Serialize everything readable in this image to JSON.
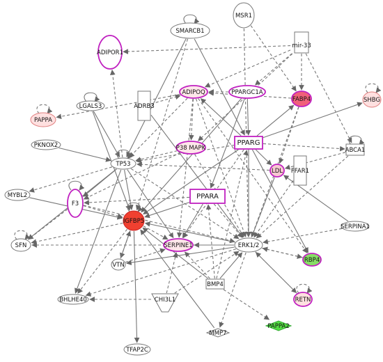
{
  "nodes": [
    {
      "id": "SMARCB1",
      "label": "SMARCB1",
      "fill": "#ffffff",
      "stroke": "#777777"
    },
    {
      "id": "MSR1",
      "label": "MSR1",
      "fill": "#ffffff",
      "stroke": "#777777"
    },
    {
      "id": "mir-33",
      "label": "mir-33",
      "fill": "#ffffff",
      "stroke": "#777777"
    },
    {
      "id": "ADIPOR1",
      "label": "ADIPOR1",
      "fill": "#ffffff",
      "stroke": "#c020c0"
    },
    {
      "id": "ADIPOQ",
      "label": "ADIPOQ",
      "fill": "#ffe6ea",
      "stroke": "#c020c0"
    },
    {
      "id": "PPARGC1A",
      "label": "PPARGC1A",
      "fill": "#ffffff",
      "stroke": "#c020c0"
    },
    {
      "id": "FABP4",
      "label": "FABP4",
      "fill": "#f0607a",
      "stroke": "#c020c0"
    },
    {
      "id": "SHBG",
      "label": "SHBG",
      "fill": "#ffe0e0",
      "stroke": "#e08080"
    },
    {
      "id": "LGALS3",
      "label": "LGALS3",
      "fill": "#ffffff",
      "stroke": "#777777"
    },
    {
      "id": "ADRB3",
      "label": "ADRB3",
      "fill": "#ffffff",
      "stroke": "#777777"
    },
    {
      "id": "PAPPA",
      "label": "PAPPA",
      "fill": "#ffe0e0",
      "stroke": "#e08080"
    },
    {
      "id": "PPARG",
      "label": "PPARG",
      "fill": "#ffffff",
      "stroke": "#c020c0"
    },
    {
      "id": "PKNOX2",
      "label": "PKNOX2",
      "fill": "#ffffff",
      "stroke": "#777777"
    },
    {
      "id": "P38 MAPK",
      "label": "P38 MAPK",
      "fill": "#ffe6ea",
      "stroke": "#c020c0"
    },
    {
      "id": "TP53",
      "label": "TP53",
      "fill": "#ffffff",
      "stroke": "#777777"
    },
    {
      "id": "ABCA1",
      "label": "ABCA1",
      "fill": "#ffffff",
      "stroke": "#777777"
    },
    {
      "id": "LDL",
      "label": "LDL",
      "fill": "#f7c8d2",
      "stroke": "#c020c0"
    },
    {
      "id": "FFAR1",
      "label": "FFAR1",
      "fill": "#ffffff",
      "stroke": "#777777"
    },
    {
      "id": "MYBL2",
      "label": "MYBL2",
      "fill": "#ffffff",
      "stroke": "#777777"
    },
    {
      "id": "F3",
      "label": "F3",
      "fill": "#ffffff",
      "stroke": "#c020c0"
    },
    {
      "id": "PPARA",
      "label": "PPARA",
      "fill": "#ffffff",
      "stroke": "#c020c0"
    },
    {
      "id": "IGFBP5",
      "label": "IGFBP5",
      "fill": "#f04030",
      "stroke": "#cc2020"
    },
    {
      "id": "SERPINA1",
      "label": "SERPINA1",
      "fill": "#ffffff",
      "stroke": "#777777"
    },
    {
      "id": "SFN",
      "label": "SFN",
      "fill": "#ffffff",
      "stroke": "#777777"
    },
    {
      "id": "SERPINE1",
      "label": "SERPINE1",
      "fill": "#ffe6ea",
      "stroke": "#c020c0"
    },
    {
      "id": "ERK1/2",
      "label": "ERK1/2",
      "fill": "#ffffff",
      "stroke": "#777777"
    },
    {
      "id": "RBP4",
      "label": "RBP4",
      "fill": "#88dd66",
      "stroke": "#c020c0"
    },
    {
      "id": "VTN",
      "label": "VTN",
      "fill": "#ffffff",
      "stroke": "#777777"
    },
    {
      "id": "BMP4",
      "label": "BMP4",
      "fill": "#ffffff",
      "stroke": "#777777"
    },
    {
      "id": "BHLHE40",
      "label": "BHLHE40",
      "fill": "#ffffff",
      "stroke": "#777777"
    },
    {
      "id": "CHI3L1",
      "label": "CHI3L1",
      "fill": "#ffffff",
      "stroke": "#777777"
    },
    {
      "id": "RETN",
      "label": "RETN",
      "fill": "#ffe0e0",
      "stroke": "#c020c0"
    },
    {
      "id": "PAPPA2",
      "label": "PAPPA2",
      "fill": "#55dd44",
      "stroke": "#33aa33"
    },
    {
      "id": "MMP7",
      "label": "MMP7",
      "fill": "#ffffff",
      "stroke": "#777777"
    },
    {
      "id": "TFAP2C",
      "label": "TFAP2C",
      "fill": "#ffffff",
      "stroke": "#777777"
    }
  ],
  "edges": [
    {
      "from": "SMARCB1",
      "to": "TP53",
      "style": "solid"
    },
    {
      "from": "SMARCB1",
      "to": "IGFBP5",
      "style": "dashed"
    },
    {
      "from": "SMARCB1",
      "to": "PPARG",
      "style": "solid"
    },
    {
      "from": "mir-33",
      "to": "ADIPOQ",
      "style": "dashed"
    },
    {
      "from": "mir-33",
      "to": "ADIPOR1",
      "style": "dashed"
    },
    {
      "from": "mir-33",
      "to": "PPARGC1A",
      "style": "dashed"
    },
    {
      "from": "mir-33",
      "to": "FABP4",
      "style": "dashed"
    },
    {
      "from": "mir-33",
      "to": "ABCA1",
      "style": "dashed"
    },
    {
      "from": "mir-33",
      "to": "P38 MAPK",
      "style": "dashed"
    },
    {
      "from": "MSR1",
      "to": "FABP4",
      "style": "dashed"
    },
    {
      "from": "MSR1",
      "to": "ERK1/2",
      "style": "dashed"
    },
    {
      "from": "ADIPOQ",
      "to": "ERK1/2",
      "style": "dashed"
    },
    {
      "from": "ADIPOQ",
      "to": "P38 MAPK",
      "style": "dashed"
    },
    {
      "from": "ADIPOQ",
      "to": "PAPPA",
      "style": "dashed"
    },
    {
      "from": "ADIPOQ",
      "to": "TP53",
      "style": "dashed"
    },
    {
      "from": "ADIPOQ",
      "to": "SERPINE1",
      "style": "dashed"
    },
    {
      "from": "PPARGC1A",
      "to": "PPARG",
      "style": "solid"
    },
    {
      "from": "PPARGC1A",
      "to": "ADIPOQ",
      "style": "dashed"
    },
    {
      "from": "PPARGC1A",
      "to": "PPARA",
      "style": "solid"
    },
    {
      "from": "PPARGC1A",
      "to": "IGFBP5",
      "style": "solid"
    },
    {
      "from": "FABP4",
      "to": "ADIPOQ",
      "style": "dashed"
    },
    {
      "from": "FABP4",
      "to": "LDL",
      "style": "dashed"
    },
    {
      "from": "FABP4",
      "to": "ERK1/2",
      "style": "dashed"
    },
    {
      "from": "PPARG",
      "to": "FABP4",
      "style": "solid"
    },
    {
      "from": "PPARG",
      "to": "ADIPOQ",
      "style": "solid"
    },
    {
      "from": "PPARG",
      "to": "TP53",
      "style": "dashed"
    },
    {
      "from": "PPARG",
      "to": "IGFBP5",
      "style": "solid"
    },
    {
      "from": "PPARG",
      "to": "LDL",
      "style": "solid"
    },
    {
      "from": "PPARG",
      "to": "RBP4",
      "style": "solid"
    },
    {
      "from": "PPARG",
      "to": "ERK1/2",
      "style": "solid"
    },
    {
      "from": "PPARG",
      "to": "SERPINE1",
      "style": "dashed"
    },
    {
      "from": "PPARG",
      "to": "SHBG",
      "style": "solid"
    },
    {
      "from": "PPARG",
      "to": "ABCA1",
      "style": "dashed"
    },
    {
      "from": "ADRB3",
      "to": "ERK1/2",
      "style": "solid"
    },
    {
      "from": "ADRB3",
      "to": "ADIPOQ",
      "style": "dashed"
    },
    {
      "from": "LGALS3",
      "to": "IGFBP5",
      "style": "solid"
    },
    {
      "from": "LGALS3",
      "to": "TP53",
      "style": "solid"
    },
    {
      "from": "PKNOX2",
      "to": "TP53",
      "style": "solid"
    },
    {
      "from": "TP53",
      "to": "ADIPOR1",
      "style": "dashed"
    },
    {
      "from": "TP53",
      "to": "MYBL2",
      "style": "dashed"
    },
    {
      "from": "TP53",
      "to": "SFN",
      "style": "solid"
    },
    {
      "from": "TP53",
      "to": "BHLHE40",
      "style": "solid"
    },
    {
      "from": "TP53",
      "to": "F3",
      "style": "solid"
    },
    {
      "from": "TP53",
      "to": "SERPINE1",
      "style": "solid"
    },
    {
      "from": "TP53",
      "to": "IGFBP5",
      "style": "solid"
    },
    {
      "from": "TP53",
      "to": "ERK1/2",
      "style": "dashed"
    },
    {
      "from": "P38 MAPK",
      "to": "ERK1/2",
      "style": "dashed"
    },
    {
      "from": "P38 MAPK",
      "to": "F3",
      "style": "dashed"
    },
    {
      "from": "P38 MAPK",
      "to": "TP53",
      "style": "dashed"
    },
    {
      "from": "PPARA",
      "to": "IGFBP5",
      "style": "solid"
    },
    {
      "from": "PPARA",
      "to": "ERK1/2",
      "style": "dashed"
    },
    {
      "from": "PPARA",
      "to": "SERPINE1",
      "style": "solid"
    },
    {
      "from": "PPARA",
      "to": "F3",
      "style": "dashed"
    },
    {
      "from": "LDL",
      "to": "ERK1/2",
      "style": "solid"
    },
    {
      "from": "LDL",
      "to": "TP53",
      "style": "dashed"
    },
    {
      "from": "FFAR1",
      "to": "ERK1/2",
      "style": "dashed"
    },
    {
      "from": "ABCA1",
      "to": "LDL",
      "style": "dashed"
    },
    {
      "from": "ABCA1",
      "to": "ERK1/2",
      "style": "dashed"
    },
    {
      "from": "F3",
      "to": "IGFBP5",
      "style": "dashed"
    },
    {
      "from": "F3",
      "to": "SFN",
      "style": "dashed"
    },
    {
      "from": "F3",
      "to": "ERK1/2",
      "style": "dashed"
    },
    {
      "from": "MYBL2",
      "to": "IGFBP5",
      "style": "solid"
    },
    {
      "from": "IGFBP5",
      "to": "SFN",
      "style": "dashed"
    },
    {
      "from": "IGFBP5",
      "to": "TFAP2C",
      "style": "solid"
    },
    {
      "from": "IGFBP5",
      "to": "SERPINE1",
      "style": "dashed"
    },
    {
      "from": "IGFBP5",
      "to": "BHLHE40",
      "style": "dashed"
    },
    {
      "from": "IGFBP5",
      "to": "VTN",
      "style": "dashed"
    },
    {
      "from": "SERPINA1",
      "to": "ERK1/2",
      "style": "dashed"
    },
    {
      "from": "SERPINA1",
      "to": "LDL",
      "style": "solid"
    },
    {
      "from": "ERK1/2",
      "to": "RBP4",
      "style": "dashed"
    },
    {
      "from": "ERK1/2",
      "to": "VTN",
      "style": "solid"
    },
    {
      "from": "ERK1/2",
      "to": "SERPINE1",
      "style": "solid"
    },
    {
      "from": "ERK1/2",
      "to": "RETN",
      "style": "dashed"
    },
    {
      "from": "ERK1/2",
      "to": "SFN",
      "style": "dashed"
    },
    {
      "from": "ERK1/2",
      "to": "MMP7",
      "style": "dashed"
    },
    {
      "from": "ERK1/2",
      "to": "BHLHE40",
      "style": "dashed"
    },
    {
      "from": "ERK1/2",
      "to": "IGFBP5",
      "style": "solid"
    },
    {
      "from": "BMP4",
      "to": "ERK1/2",
      "style": "solid"
    },
    {
      "from": "BMP4",
      "to": "PAPPA2",
      "style": "dashed"
    },
    {
      "from": "BMP4",
      "to": "SERPINE1",
      "style": "dashed"
    },
    {
      "from": "BMP4",
      "to": "IGFBP5",
      "style": "solid"
    },
    {
      "from": "BMP4",
      "to": "PPARG",
      "style": "dashed"
    },
    {
      "from": "BMP4",
      "to": "PPARA",
      "style": "dashed"
    },
    {
      "from": "CHI3L1",
      "to": "BHLHE40",
      "style": "dashed"
    },
    {
      "from": "CHI3L1",
      "to": "SERPINE1",
      "style": "dashed"
    },
    {
      "from": "CHI3L1",
      "to": "ERK1/2",
      "style": "dashed"
    },
    {
      "from": "VTN",
      "to": "SERPINE1",
      "style": "dashed"
    },
    {
      "from": "VTN",
      "to": "IGFBP5",
      "style": "solid"
    },
    {
      "from": "MMP7",
      "to": "IGFBP5",
      "style": "solid"
    },
    {
      "from": "RBP4",
      "to": "ERK1/2",
      "style": "dashed"
    },
    {
      "from": "ADIPOQ",
      "to": "RBP4",
      "style": "dashed"
    },
    {
      "from": "RETN",
      "to": "ERK1/2",
      "style": "dashed"
    }
  ],
  "self_loops": [
    {
      "node": "SMARCB1",
      "style": "solid"
    },
    {
      "node": "LGALS3",
      "style": "solid"
    },
    {
      "node": "PAPPA",
      "style": "dashed"
    },
    {
      "node": "F3",
      "style": "solid"
    },
    {
      "node": "SFN",
      "style": "dashed"
    },
    {
      "node": "SHBG",
      "style": "dashed"
    },
    {
      "node": "ABCA1",
      "style": "solid"
    },
    {
      "node": "RETN",
      "style": "dashed"
    },
    {
      "node": "IGFBP5",
      "style": "solid"
    },
    {
      "node": "TP53",
      "style": "solid"
    }
  ]
}
